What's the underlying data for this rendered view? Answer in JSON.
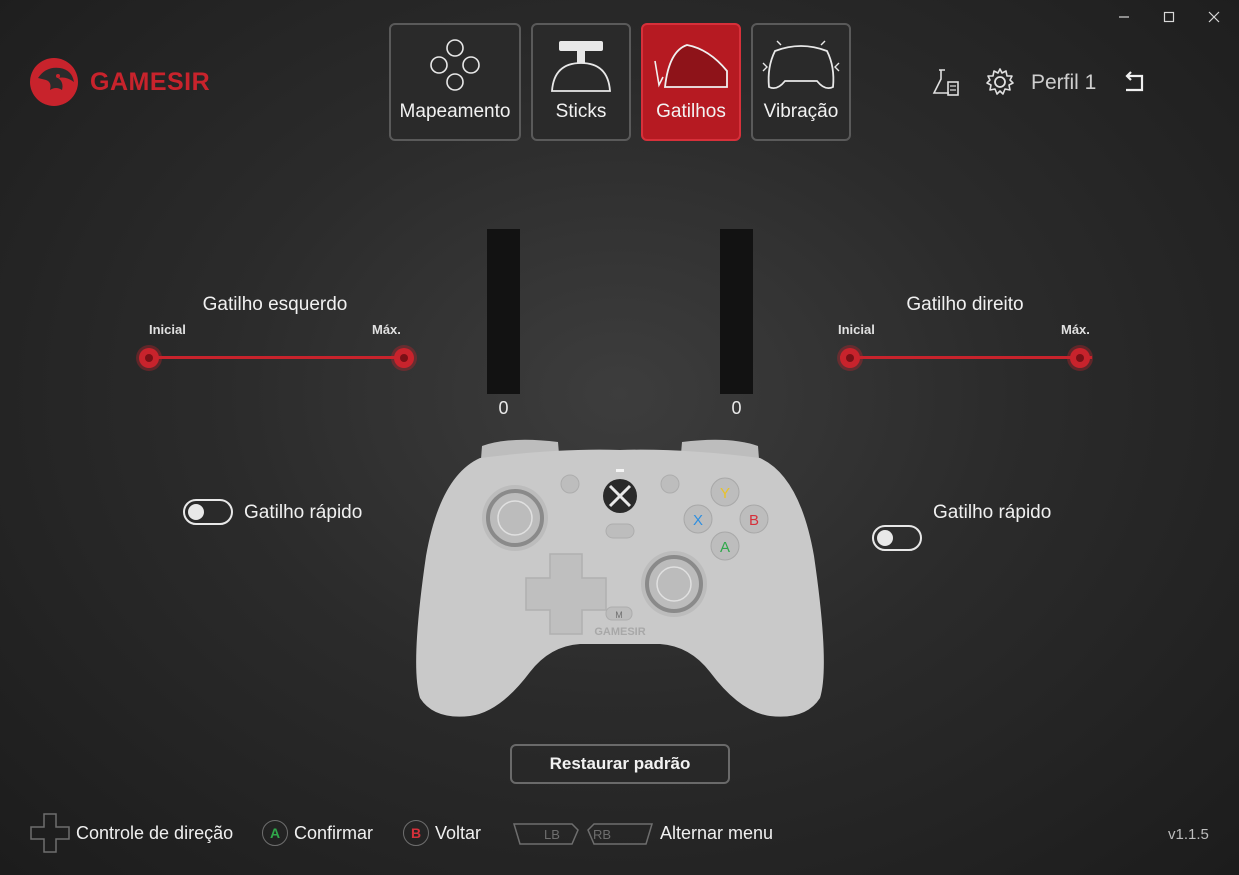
{
  "window": {
    "minimize_glyph": "—",
    "maximize_glyph": "☐",
    "close_glyph": "✕"
  },
  "brand": {
    "name": "GAMESIR",
    "color": "#c8232c"
  },
  "tabs": [
    {
      "label": "Mapeamento",
      "icon": "dpad-buttons-icon",
      "active": false
    },
    {
      "label": "Sticks",
      "icon": "joystick-icon",
      "active": false
    },
    {
      "label": "Gatilhos",
      "icon": "trigger-icon",
      "active": true
    },
    {
      "label": "Vibração",
      "icon": "controller-vibration-icon",
      "active": false
    }
  ],
  "header": {
    "lab_icon": "flask-document-icon",
    "settings_icon": "gear-icon",
    "profile_label": "Perfil 1",
    "back_icon": "back-arrow-icon"
  },
  "left_trigger": {
    "title": "Gatilho esquerdo",
    "start_label": "Inicial",
    "max_label": "Máx.",
    "start_value": 0,
    "max_value": 1,
    "bar_value": "0",
    "quick_toggle_label": "Gatilho rápido",
    "quick_enabled": false
  },
  "right_trigger": {
    "title": "Gatilho direito",
    "start_label": "Inicial",
    "max_label": "Máx.",
    "start_value": 0,
    "max_value": 1,
    "bar_value": "0",
    "quick_toggle_label": "Gatilho rápido",
    "quick_enabled": false
  },
  "controller": {
    "brand_text": "GAMESIR",
    "buttons": {
      "y": "Y",
      "x": "X",
      "b": "B",
      "a": "A"
    },
    "button_colors": {
      "y": "#e8c22a",
      "x": "#2f8fe0",
      "b": "#d6303a",
      "a": "#2fa84a"
    },
    "m_label": "M"
  },
  "restore_label": "Restaurar padrão",
  "footer": {
    "dpad_label": "Controle de direção",
    "a_glyph": "A",
    "confirm_label": "Confirmar",
    "b_glyph": "B",
    "back_label": "Voltar",
    "lb_glyph": "LB",
    "rb_glyph": "RB",
    "switch_label": "Alternar menu",
    "version": "v1.1.5"
  }
}
